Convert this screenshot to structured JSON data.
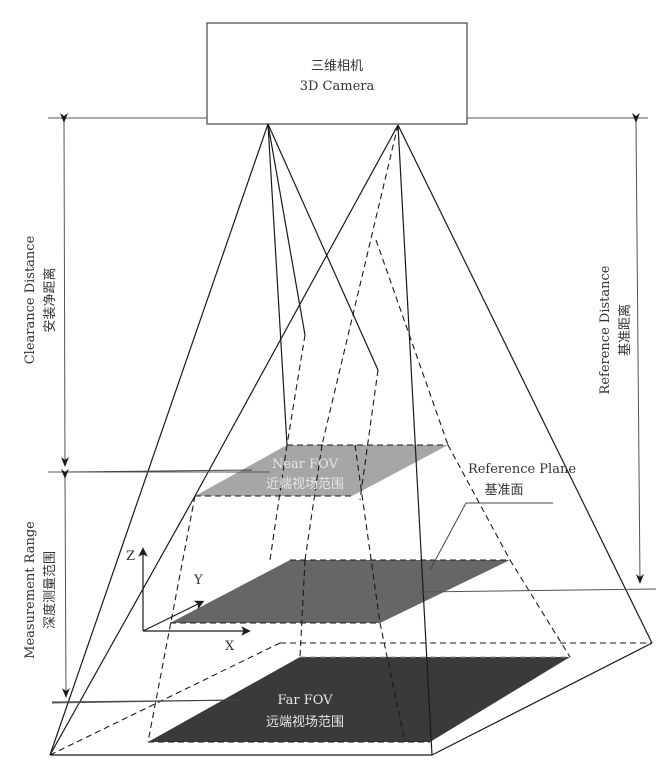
{
  "camera": {
    "label_cn": "三维相机",
    "label_en": "3D Camera"
  },
  "dimensions": {
    "clearance": {
      "label_en": "Clearance Distance",
      "label_cn": "安装净距离"
    },
    "measurement": {
      "label_en": "Measurement Range",
      "label_cn": "深度测量范围"
    },
    "reference": {
      "label_en": "Reference Distance",
      "label_cn": "基准距离"
    }
  },
  "planes": {
    "near": {
      "label_en": "Near FOV",
      "label_cn": "近端视场范围",
      "color": "#a6a6a6"
    },
    "reference": {
      "label_en": "Reference Plane",
      "label_cn": "基准面",
      "color": "#666666"
    },
    "far": {
      "label_en": "Far FOV",
      "label_cn": "远端视场范围",
      "color": "#3a3a3a"
    }
  },
  "axes": {
    "x": "X",
    "y": "Y",
    "z": "Z"
  }
}
